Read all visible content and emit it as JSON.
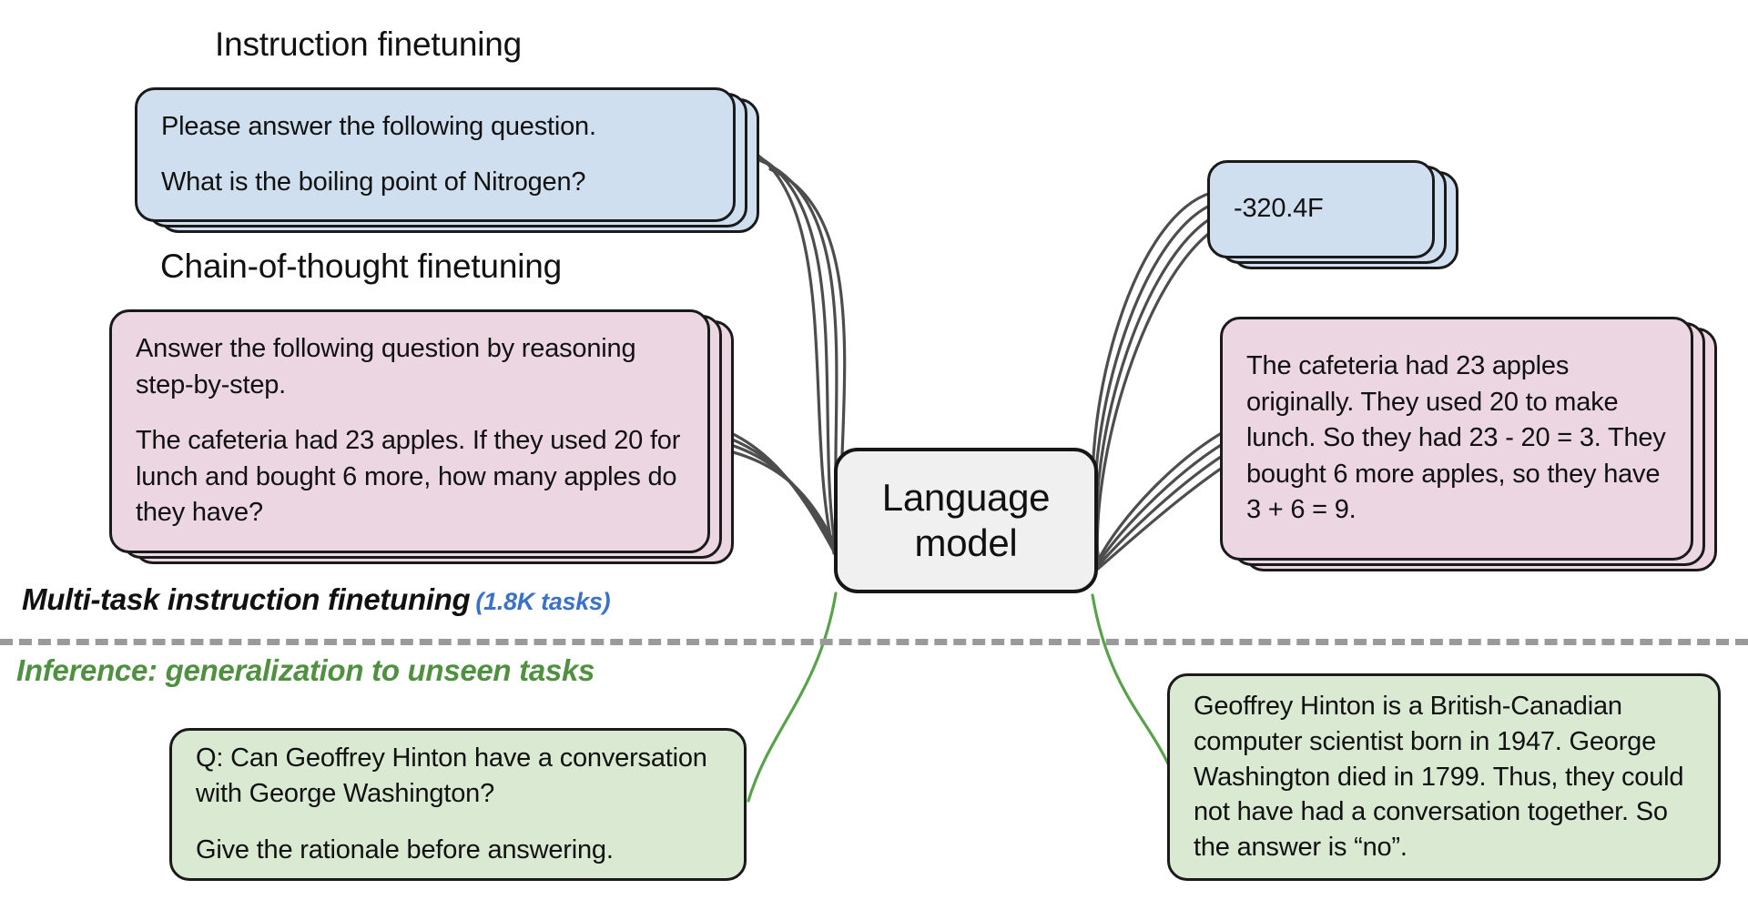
{
  "headings": {
    "instruction_finetuning": "Instruction finetuning",
    "chain_of_thought_finetuning": "Chain-of-thought finetuning"
  },
  "band_labels": {
    "multitask": "Multi-task instruction finetuning",
    "multitask_count": "(1.8K tasks)",
    "inference": "Inference: generalization to unseen tasks"
  },
  "model": {
    "label": "Language\nmodel"
  },
  "cards": {
    "instruction_prompt": {
      "line1": "Please answer the following question.",
      "line2": "What is the boiling point of Nitrogen?"
    },
    "cot_prompt": {
      "line1": "Answer the following question by reasoning step-by-step.",
      "line2": "The cafeteria had 23 apples. If they used 20 for lunch and bought 6 more, how many apples do they have?"
    },
    "instruction_answer": {
      "line1": "-320.4F"
    },
    "cot_answer": {
      "line1": "The cafeteria had 23 apples originally. They used 20 to make lunch. So they had 23 - 20 = 3. They bought 6 more apples, so they have 3 + 6 = 9."
    },
    "inference_question": {
      "line1": "Q: Can Geoffrey Hinton have a conversation with George Washington?",
      "line2": "Give the rationale before answering."
    },
    "inference_answer": {
      "line1": "Geoffrey Hinton is a British-Canadian computer scientist born in 1947. George Washington died in 1799. Thus, they could not have had a conversation together. So the answer is “no”."
    }
  },
  "colors": {
    "blue_card": "#cfdfef",
    "pink_card": "#ecd6e1",
    "green_card": "#dae9d2",
    "model_box": "#f0f0f0",
    "outline": "#1a1a1a",
    "divider": "#9a9a9a",
    "inference_green_text": "#4f9141",
    "tasks_count_blue": "#3a72c8",
    "finetune_wire": "#4d4d4d",
    "inference_wire": "#58a34a"
  }
}
